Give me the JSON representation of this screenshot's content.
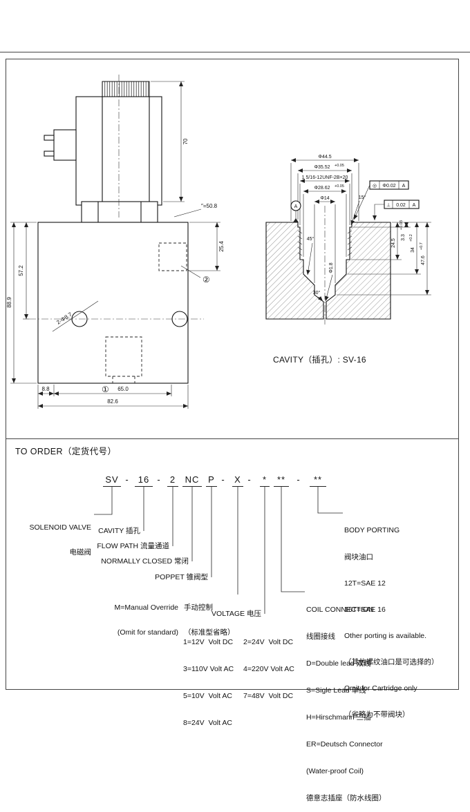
{
  "titles": {
    "to_order": "TO ORDER（定货代号）",
    "cavity_caption": "CAVITY（插孔）: SV-16"
  },
  "code": {
    "sv": "SV",
    "dash1": "-",
    "c16": "16",
    "dash2": "-",
    "c2": "2",
    "nc": "NC",
    "p": "P",
    "dash3": "-",
    "x": "X",
    "dash4": "-",
    "star1": "*",
    "star2": "**",
    "dash5": "-",
    "star3": "**"
  },
  "callouts": {
    "solenoid_en": "SOLENOID VALVE",
    "solenoid_cn": "电磁阀",
    "cavity": "CAVITY 插孔",
    "flow_path": "FLOW PATH 流量通道",
    "normally_closed": "NORMALLY CLOSED 常闭",
    "poppet": "POPPET 锥阀型",
    "manual_en1": "M=Manual Override",
    "manual_en2": "(Omit for standard)",
    "manual_cn1": "手动控制",
    "manual_cn2": "（标准型省略）",
    "voltage_title": "VOLTAGE 电压",
    "voltage_rows": [
      [
        "1=12V  Volt DC",
        "2=24V  Volt DC"
      ],
      [
        "3=110V Volt AC",
        "4=220V Volt AC"
      ],
      [
        "5=10V  Volt AC",
        "7=48V  Volt DC"
      ],
      [
        "8=24V  Volt AC",
        ""
      ]
    ],
    "coil_title": "COIL CONNECTION",
    "coil_cn": "线圈接线",
    "coil_d": "D=Double lead 双线",
    "coil_s": "S=Sigle Lead 单线",
    "coil_h": "H=Hirschmann 三插",
    "coil_er": "ER=Deutsch Connector",
    "coil_er2": "(Water-proof Coil)",
    "coil_er3": "德意志插座（防水线圈）",
    "porting_title": "BODY PORTING",
    "porting_cn": "阀块油口",
    "porting_12t": "12T=SAE 12",
    "porting_16t": "16T=SAE 16",
    "porting_other1": "Other porting is available.",
    "porting_other2": "（其他螺纹油口是可选择的）",
    "porting_omit1": "Omit for Cartridge only",
    "porting_omit2": "（省略为不带阀块）"
  },
  "valve_dims": {
    "height_70": "70",
    "hex_width": "″=50.8",
    "d_25_4": "25.4",
    "d_57_2": "57.2",
    "d_88_9": "88.9",
    "holes": "2-Φ8.7",
    "d_8_8": "8.8",
    "d_65_0": "65.0",
    "d_82_6": "82.6",
    "balloon_1": "①",
    "balloon_2": "②"
  },
  "cavity_dims": {
    "dia_44_5": "Φ44.5",
    "dia_35_52": "Φ35.52",
    "tol_35_52": "+0.05",
    "thread": "1 5/16-12UNF-2B×20",
    "dia_28_62": "Φ28.62",
    "tol_28_62": "+0.05",
    "dia_14": "Φ14",
    "ang_15": "15°",
    "ang_45": "45°",
    "ang_30": "30°",
    "d_3_3": "3.3",
    "tol_3_3": "+0.03",
    "d_24_5": "24.5",
    "d_34": "34",
    "tol_34": "+0.2",
    "d_47_6": "47.6",
    "tol_47_6": "+0.7",
    "dia_1_8": "Φ1.8",
    "fcf1_sym": "◎",
    "fcf1_tol": "Φ0.02",
    "fcf1_ref": "A",
    "fcf2_sym": "⊥",
    "fcf2_tol": "0.02",
    "fcf2_ref": "A",
    "datum_label": "A"
  }
}
